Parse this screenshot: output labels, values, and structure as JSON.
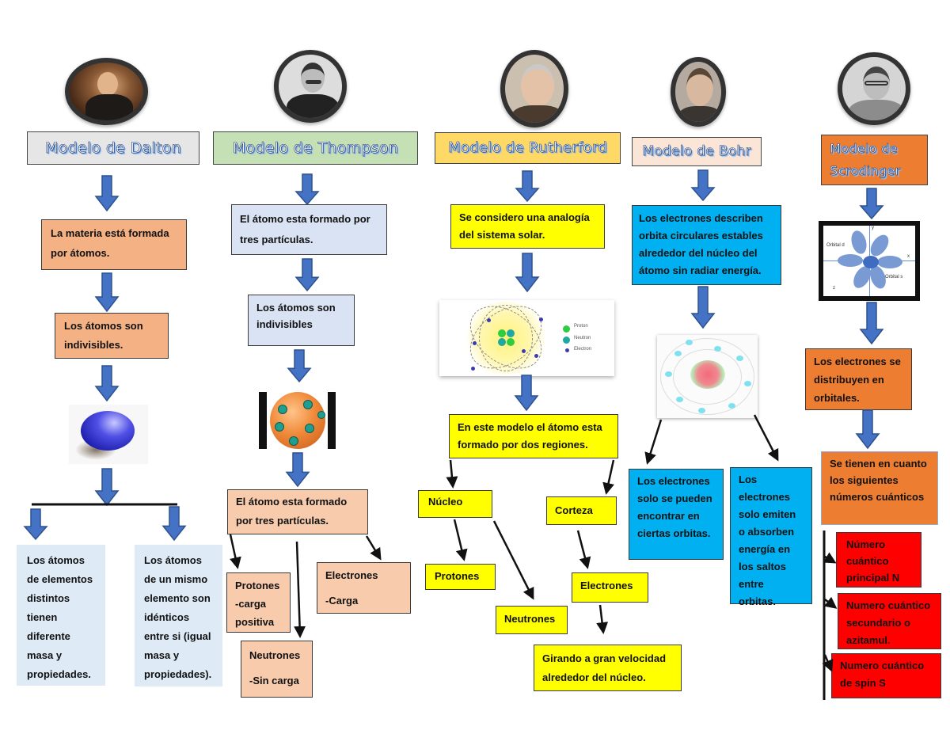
{
  "colors": {
    "arrow_fill": "#4472c4",
    "arrow_stroke": "#2f528f",
    "dalton_title_bg": "#e7e6e6",
    "thompson_title_bg": "#c5e0b4",
    "rutherford_title_bg": "#ffd966",
    "bohr_title_bg": "#fbe5d6",
    "schrodinger_title_bg": "#ed7d31",
    "salmon": "#f4b183",
    "light_blue": "#dae3f3",
    "peach": "#f8cbad",
    "yellow": "#ffff00",
    "cyan": "#00b0f0",
    "orange": "#ed7d31",
    "red": "#ff0000",
    "pale_blue": "#deebf7"
  },
  "dalton": {
    "title": "Modelo de Dalton",
    "step1": "La materia está formada por átomos.",
    "step2": "Los átomos son indivisibles.",
    "image": "solid-sphere",
    "left": "Los átomos de elementos distintos tienen diferente masa y propiedades.",
    "right": "Los átomos de un mismo elemento son idénticos entre si (igual masa y propiedades)."
  },
  "thompson": {
    "title": "Modelo de Thompson",
    "step1": "El átomo esta formado por tres partículas.",
    "step2": "Los átomos son indivisibles",
    "image": "plum-pudding-atom",
    "step3": "El átomo esta formado por tres partículas.",
    "protones": {
      "name": "Protones",
      "desc": "-carga positiva"
    },
    "neutrones": {
      "name": "Neutrones",
      "desc": "-Sin carga"
    },
    "electrones": {
      "name": "Electrones",
      "desc": "-Carga"
    }
  },
  "rutherford": {
    "title": "Modelo de Rutherford",
    "step1": "Se considero una analogía del sistema solar.",
    "image_legend": [
      "Proton",
      "Neutron",
      "Electron"
    ],
    "step2": "En este modelo el átomo esta formado por dos regiones.",
    "nucleo": "Núcleo",
    "corteza": "Corteza",
    "protones": "Protones",
    "neutrones": "Neutrones",
    "electrones": "Electrones",
    "girando": "Girando a gran velocidad alrededor del núcleo."
  },
  "bohr": {
    "title": "Modelo de Bohr",
    "step1": "Los electrones describen orbita circulares estables alrededor del núcleo del átomo sin radiar energía.",
    "image": "bohr-atom",
    "left": "Los electrones solo se pueden encontrar en ciertas orbitas.",
    "right": "Los electrones solo emiten o absorben energía en los saltos entre orbitas."
  },
  "schrodinger": {
    "title": "Modelo de Scrodinger",
    "image_labels": {
      "orbital_d": "Orbital d",
      "orbital_s": "Orbital s",
      "axis_y": "y",
      "axis_x": "x",
      "axis_z": "z"
    },
    "step1": "Los electrones se distribuyen en orbitales.",
    "step2": "Se tienen en cuanto los siguientes números cuánticos",
    "numbers": [
      "Número cuántico principal N",
      "Numero cuántico secundario o azitamul.",
      "Numero cuántico de spin S"
    ]
  }
}
